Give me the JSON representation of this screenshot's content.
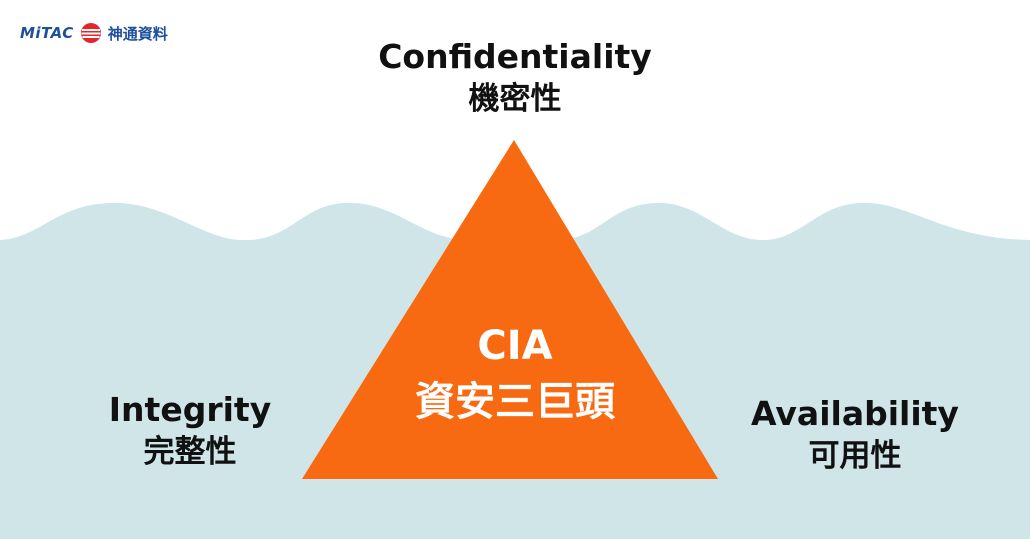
{
  "logo": {
    "brand": "MiTAC",
    "chinese_name": "神通資料"
  },
  "diagram": {
    "top": {
      "en": "Confidentiality",
      "zh": "機密性"
    },
    "left": {
      "en": "Integrity",
      "zh": "完整性"
    },
    "right": {
      "en": "Availability",
      "zh": "可用性"
    },
    "center": {
      "en": "CIA",
      "zh": "資安三巨頭"
    }
  },
  "colors": {
    "sea": "#cfe5e8",
    "triangle": "#f86a11",
    "text": "#111111",
    "logo": "#1d4f9c",
    "logo_red": "#e3262b"
  }
}
